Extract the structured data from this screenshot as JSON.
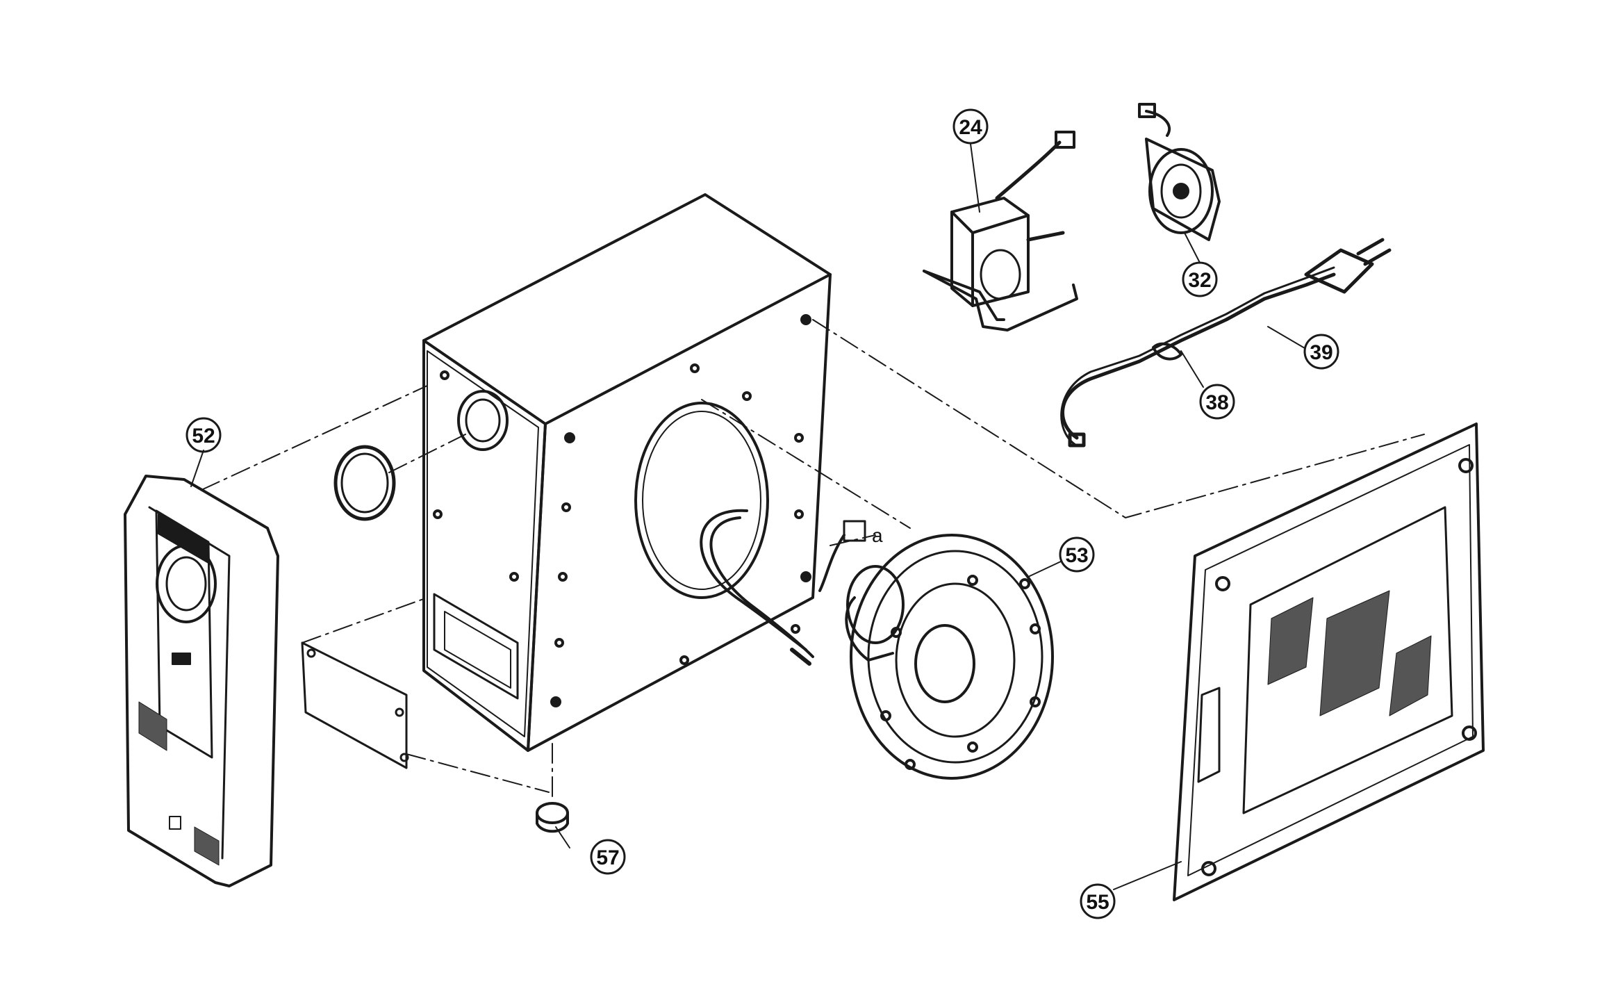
{
  "callouts": [
    {
      "id": "cab-bottom",
      "label": "57"
    },
    {
      "id": "front-panel",
      "label": "52"
    },
    {
      "id": "woofer",
      "label": "53"
    },
    {
      "id": "transformer",
      "label": "24"
    },
    {
      "id": "fan",
      "label": "32"
    },
    {
      "id": "power-cord",
      "label": "39"
    },
    {
      "id": "cord-bushing",
      "label": "38"
    },
    {
      "id": "grille",
      "label": "55"
    }
  ],
  "connector_label": "a",
  "colors": {
    "ink": "#1a1a1a",
    "background": "#ffffff"
  }
}
